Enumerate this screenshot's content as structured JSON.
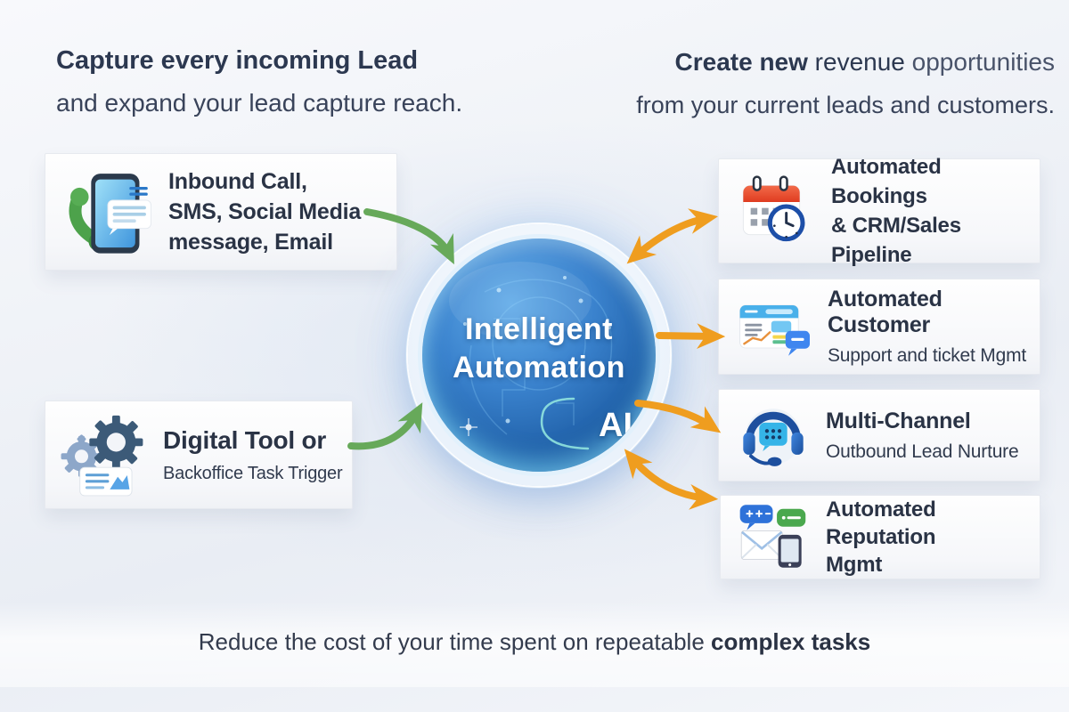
{
  "header_left": {
    "line1": "Capture every incoming Lead",
    "line2": "and expand your lead capture reach."
  },
  "header_right": {
    "line1_bold": "Create new",
    "line1_mid": " revenue ",
    "line1_light": "opportunities",
    "line2": "from your current leads and customers."
  },
  "source_boxes": [
    {
      "icon": "phone-chat-icon",
      "line1": "Inbound Call,",
      "line2": "SMS, Social Media",
      "line3": "message, Email"
    },
    {
      "icon": "gears-task-icon",
      "line1": "Digital Tool or",
      "line2": "Backoffice Task Trigger"
    }
  ],
  "center": {
    "line1": "Intelligent",
    "line2": "Automation",
    "badge": "AI"
  },
  "result_boxes": [
    {
      "icon": "calendar-clock-icon",
      "line1": "Automated Bookings",
      "line2": "& CRM/Sales Pipeline"
    },
    {
      "icon": "dashboard-chat-icon",
      "line1": "Automated Customer",
      "line2": "Support and ticket Mgmt"
    },
    {
      "icon": "headset-icon",
      "line1": "Multi-Channel",
      "line2": "Outbound Lead Nurture"
    },
    {
      "icon": "review-bubbles-email-phone-icon",
      "line1": "Automated Reputation",
      "line2": "Mgmt"
    }
  ],
  "footer": {
    "regular": "Reduce the cost of your time spent on repeatable ",
    "bold": "complex tasks"
  },
  "colors": {
    "green_arrow": "#67a95a",
    "orange_arrow": "#ef9d1f",
    "heading_text": "#2c3850",
    "body_text": "#262f40",
    "circle_blue_light": "#61abe8",
    "circle_blue_dark": "#174b86",
    "calendar_red": "#e8462b",
    "bubble_blue": "#2e72d9",
    "bubble_green": "#4aa84e"
  }
}
